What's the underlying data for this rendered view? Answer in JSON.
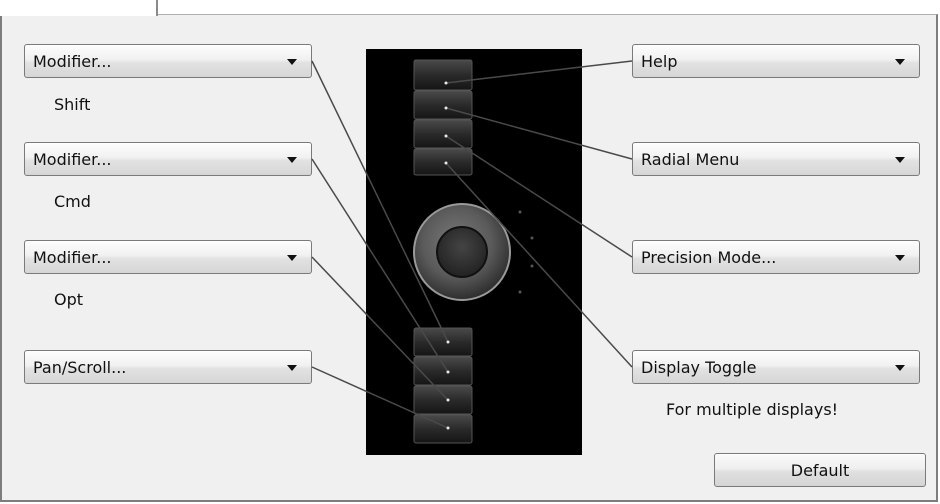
{
  "left_dropdowns": [
    {
      "label": "Modifier...",
      "caption": "Shift"
    },
    {
      "label": "Modifier...",
      "caption": "Cmd"
    },
    {
      "label": "Modifier...",
      "caption": "Opt"
    },
    {
      "label": "Pan/Scroll...",
      "caption": ""
    }
  ],
  "right_dropdowns": [
    {
      "label": "Help",
      "caption": ""
    },
    {
      "label": "Radial Menu",
      "caption": ""
    },
    {
      "label": "Precision Mode...",
      "caption": ""
    },
    {
      "label": "Display Toggle",
      "caption": "For multiple displays!"
    }
  ],
  "default_button": "Default",
  "icons": {
    "dropdown_arrow": "chevron-down-icon",
    "device": "tablet-express-keys-image",
    "touch_ring": "touch-ring-icon"
  },
  "colors": {
    "panel_bg": "#f0f0f0",
    "device_bg": "#000000",
    "leader_line": "#4a4a4a"
  }
}
